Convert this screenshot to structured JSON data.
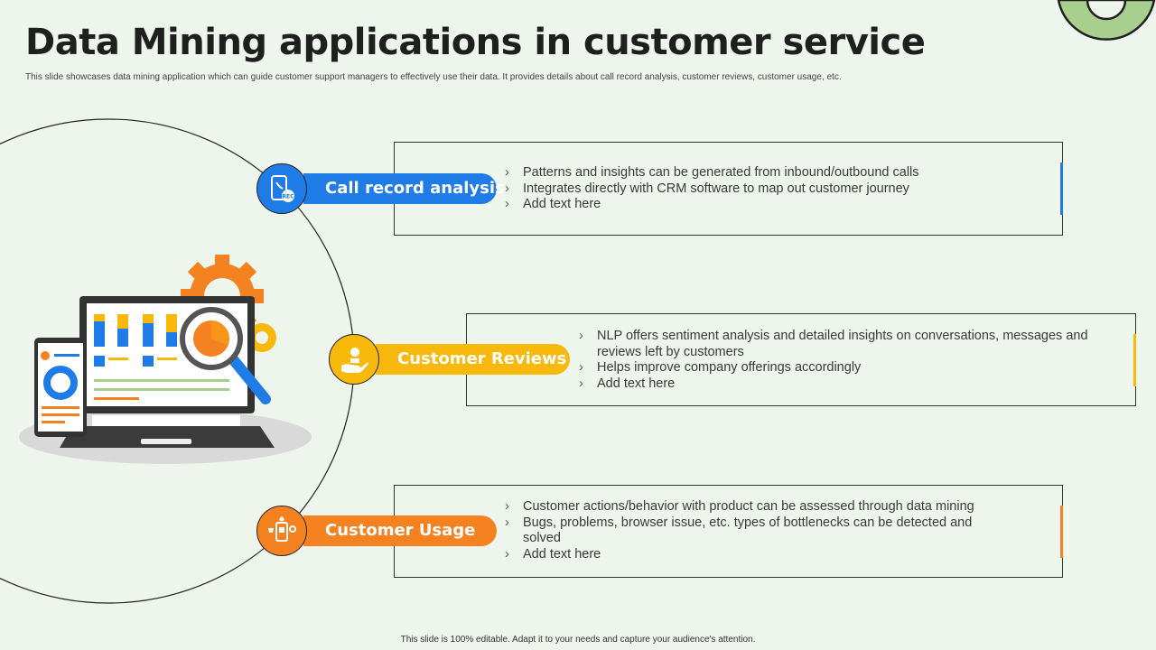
{
  "title": "Data Mining applications in customer service",
  "subtitle": "This slide showcases data mining application which can guide customer support managers to effectively use their data. It provides details about call record analysis, customer reviews, customer usage, etc.",
  "footer": "This slide is 100% editable.  Adapt it to your needs and capture your audience's attention.",
  "colors": {
    "blue": "#1f7be6",
    "yellow": "#f8b90c",
    "orange": "#f58220",
    "green": "#a9cf8f",
    "background": "#eef5ec"
  },
  "sections": [
    {
      "label": "Call record analysis",
      "icon": "phone-rec-icon",
      "color": "#1f7be6",
      "bullets": [
        "Patterns and insights can be generated from inbound/outbound  calls",
        "Integrates directly with CRM software to map out customer journey",
        "Add text here"
      ]
    },
    {
      "label": "Customer Reviews",
      "icon": "hand-heart-icon",
      "color": "#f8b90c",
      "bullets": [
        "NLP offers sentiment analysis and detailed insights on conversations, messages and reviews left by customers",
        "Helps improve company offerings accordingly",
        "Add text here"
      ]
    },
    {
      "label": "Customer Usage",
      "icon": "device-usage-icon",
      "color": "#f58220",
      "bullets": [
        "Customer actions/behavior with product can be assessed through data mining",
        "Bugs, problems, browser issue, etc. types of bottlenecks can be detected and solved",
        "Add text here"
      ]
    }
  ]
}
